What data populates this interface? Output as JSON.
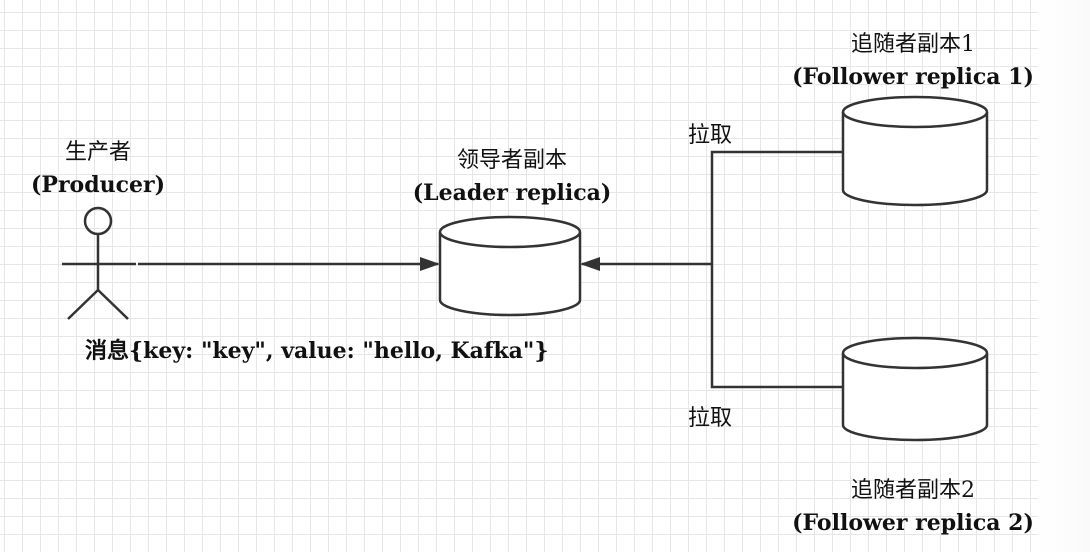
{
  "producer": {
    "title_cn": "生产者",
    "title_en": "(Producer)"
  },
  "leader": {
    "title_cn": "领导者副本",
    "title_en": "(Leader replica)"
  },
  "follower1": {
    "title_cn": "追随者副本1",
    "title_en": "(Follower replica 1)"
  },
  "follower2": {
    "title_cn": "追随者副本2",
    "title_en": "(Follower replica 2)"
  },
  "message": {
    "text": "消息{key: \"key\", value: \"hello, Kafka\"}"
  },
  "pull_labels": {
    "top": "拉取",
    "bottom": "拉取"
  },
  "colors": {
    "line": "#333333",
    "grid": "#e6e6e6",
    "text": "#111111"
  },
  "icons": {
    "producer": "actor-stick-figure-icon",
    "replica": "database-cylinder-icon"
  }
}
